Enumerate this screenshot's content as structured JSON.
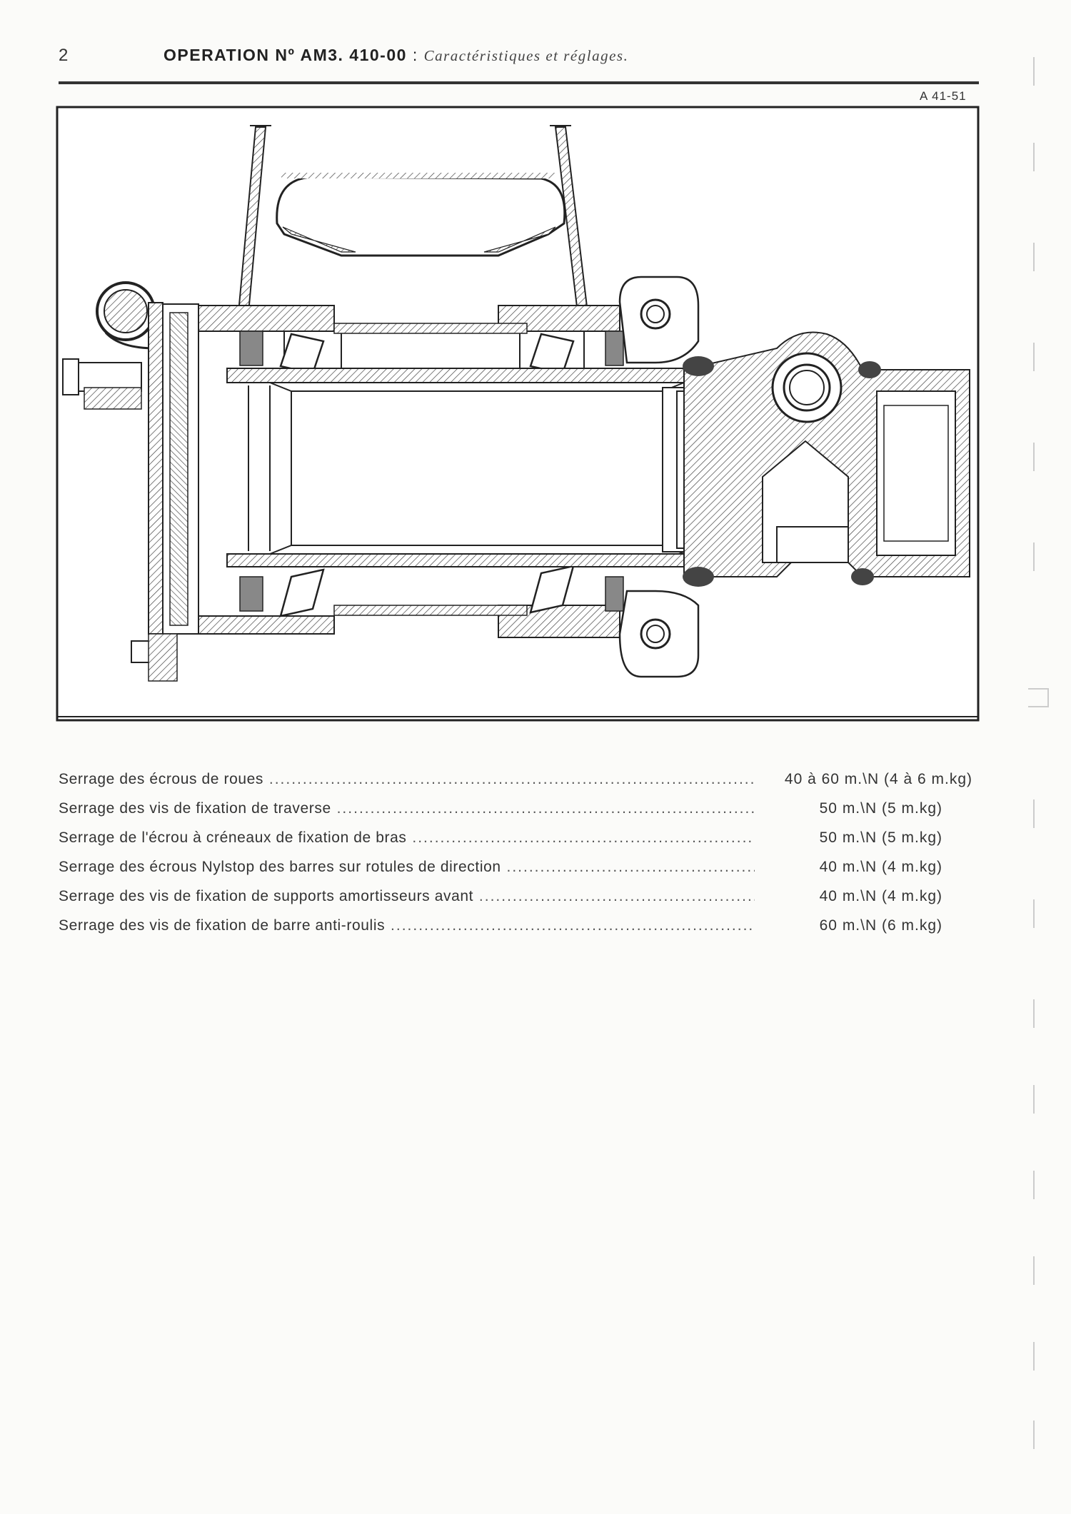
{
  "header": {
    "page_number": "2",
    "title": "OPERATION Nº AM3. 410-00",
    "separator": ":",
    "subtitle": "Caractéristiques et réglages."
  },
  "figure": {
    "reference": "A 41-51"
  },
  "specs": [
    {
      "label": "Serrage des écrous de roues",
      "value": "40 à 60 m.\\N (4 à 6 m.kg)"
    },
    {
      "label": "Serrage des vis de fixation de traverse",
      "value": "50 m.\\N (5 m.kg)"
    },
    {
      "label": "Serrage de l'écrou à créneaux de fixation de bras",
      "value": "50 m.\\N (5 m.kg)"
    },
    {
      "label": "Serrage des écrous Nylstop des barres sur rotules de direction",
      "value": "40 m.\\N (4 m.kg)"
    },
    {
      "label": "Serrage des vis de fixation de supports amortisseurs avant",
      "value": "40 m.\\N (4 m.kg)"
    },
    {
      "label": "Serrage des vis de fixation de barre anti-roulis",
      "value": "60 m.\\N (6 m.kg)"
    }
  ]
}
